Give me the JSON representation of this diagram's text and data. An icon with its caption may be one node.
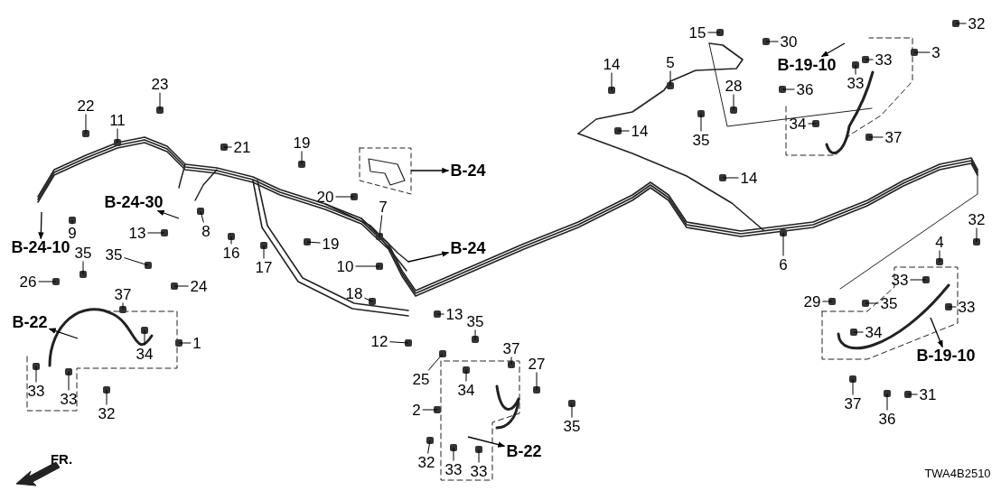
{
  "diagram": {
    "nodes": [
      {
        "text": [
          "22"
        ]
      },
      {
        "text": [
          "11"
        ]
      },
      {
        "text": [
          "23"
        ]
      },
      {
        "text": [
          "21"
        ]
      },
      {
        "text": [
          "19"
        ]
      },
      {
        "text": [
          "20"
        ]
      },
      {
        "text": [
          "B-24"
        ]
      },
      {
        "text": [
          "7"
        ]
      },
      {
        "text": [
          "B-24-30"
        ]
      },
      {
        "text": [
          "9"
        ]
      },
      {
        "text": [
          "13"
        ]
      },
      {
        "text": [
          "8"
        ]
      },
      {
        "text": [
          "16"
        ]
      },
      {
        "text": [
          "17"
        ]
      },
      {
        "text": [
          "19"
        ]
      },
      {
        "text": [
          "B-24"
        ]
      },
      {
        "text": [
          "10"
        ]
      },
      {
        "text": [
          "B-24-10"
        ]
      },
      {
        "text": [
          "35"
        ]
      },
      {
        "text": [
          "35"
        ]
      },
      {
        "text": [
          "26"
        ]
      },
      {
        "text": [
          "37"
        ]
      },
      {
        "text": [
          "24"
        ]
      },
      {
        "text": [
          "18"
        ]
      },
      {
        "text": [
          "B-22"
        ]
      },
      {
        "text": [
          "34"
        ]
      },
      {
        "text": [
          "1"
        ]
      },
      {
        "text": [
          "33"
        ]
      },
      {
        "text": [
          "33"
        ]
      },
      {
        "text": [
          "32"
        ]
      },
      {
        "text": [
          "13"
        ]
      },
      {
        "text": [
          "12"
        ]
      },
      {
        "text": [
          "35"
        ]
      },
      {
        "text": [
          "37"
        ]
      },
      {
        "text": [
          "25"
        ]
      },
      {
        "text": [
          "34"
        ]
      },
      {
        "text": [
          "27"
        ]
      },
      {
        "text": [
          "2"
        ]
      },
      {
        "text": [
          "35"
        ]
      },
      {
        "text": [
          "32"
        ]
      },
      {
        "text": [
          "33"
        ]
      },
      {
        "text": [
          "33"
        ]
      },
      {
        "text": [
          "B-22"
        ]
      },
      {
        "text": [
          "14"
        ]
      },
      {
        "text": [
          "5"
        ]
      },
      {
        "text": [
          "15"
        ]
      },
      {
        "text": [
          "30"
        ]
      },
      {
        "text": [
          "B-19-10"
        ]
      },
      {
        "text": [
          "28"
        ]
      },
      {
        "text": [
          "36"
        ]
      },
      {
        "text": [
          "32"
        ]
      },
      {
        "text": [
          "33"
        ]
      },
      {
        "text": [
          "3"
        ]
      },
      {
        "text": [
          "33"
        ]
      },
      {
        "text": [
          "35"
        ]
      },
      {
        "text": [
          "34"
        ]
      },
      {
        "text": [
          "14"
        ]
      },
      {
        "text": [
          "37"
        ]
      },
      {
        "text": [
          "14"
        ]
      },
      {
        "text": [
          "6"
        ]
      },
      {
        "text": [
          "32"
        ]
      },
      {
        "text": [
          "4"
        ]
      },
      {
        "text": [
          "33"
        ]
      },
      {
        "text": [
          "29"
        ]
      },
      {
        "text": [
          "35"
        ]
      },
      {
        "text": [
          "33"
        ]
      },
      {
        "text": [
          "34"
        ]
      },
      {
        "text": [
          "B-19-10"
        ]
      },
      {
        "text": [
          "37"
        ]
      },
      {
        "text": [
          "36"
        ]
      },
      {
        "text": [
          "31"
        ]
      }
    ],
    "edges": [
      {
        "from": 0,
        "to": null,
        "arrow": "none"
      },
      {
        "from": 1,
        "to": null,
        "arrow": "none"
      },
      {
        "from": 2,
        "to": null,
        "arrow": "none"
      },
      {
        "from": 3,
        "to": null,
        "arrow": "none"
      },
      {
        "from": 4,
        "to": null,
        "arrow": "none"
      },
      {
        "from": 5,
        "to": null,
        "arrow": "none"
      },
      {
        "from": null,
        "to": 6,
        "arrow": "to"
      },
      {
        "from": 7,
        "to": null,
        "arrow": "none"
      },
      {
        "from": null,
        "to": 8,
        "arrow": "to"
      },
      {
        "from": 9,
        "to": null,
        "arrow": "none"
      },
      {
        "from": 10,
        "to": null,
        "arrow": "none"
      },
      {
        "from": 11,
        "to": null,
        "arrow": "none"
      },
      {
        "from": 12,
        "to": null,
        "arrow": "none"
      },
      {
        "from": 13,
        "to": null,
        "arrow": "none"
      },
      {
        "from": 14,
        "to": null,
        "arrow": "none"
      },
      {
        "from": null,
        "to": 15,
        "arrow": "to"
      },
      {
        "from": 16,
        "to": null,
        "arrow": "none"
      },
      {
        "from": null,
        "to": 17,
        "arrow": "to"
      },
      {
        "from": 18,
        "to": null,
        "arrow": "none"
      },
      {
        "from": 19,
        "to": null,
        "arrow": "none"
      },
      {
        "from": 20,
        "to": null,
        "arrow": "none"
      },
      {
        "from": 21,
        "to": null,
        "arrow": "none"
      },
      {
        "from": 22,
        "to": null,
        "arrow": "none"
      },
      {
        "from": 23,
        "to": null,
        "arrow": "none"
      },
      {
        "from": null,
        "to": 24,
        "arrow": "to"
      },
      {
        "from": 25,
        "to": null,
        "arrow": "none"
      },
      {
        "from": 26,
        "to": null,
        "arrow": "none"
      },
      {
        "from": 27,
        "to": null,
        "arrow": "none"
      },
      {
        "from": 28,
        "to": null,
        "arrow": "none"
      },
      {
        "from": 29,
        "to": null,
        "arrow": "none"
      },
      {
        "from": 30,
        "to": null,
        "arrow": "none"
      },
      {
        "from": 31,
        "to": null,
        "arrow": "none"
      },
      {
        "from": 32,
        "to": null,
        "arrow": "none"
      },
      {
        "from": 33,
        "to": null,
        "arrow": "none"
      },
      {
        "from": 34,
        "to": null,
        "arrow": "none"
      },
      {
        "from": 35,
        "to": null,
        "arrow": "none"
      },
      {
        "from": 36,
        "to": null,
        "arrow": "none"
      },
      {
        "from": 37,
        "to": null,
        "arrow": "none"
      },
      {
        "from": 38,
        "to": null,
        "arrow": "none"
      },
      {
        "from": 39,
        "to": null,
        "arrow": "none"
      },
      {
        "from": 40,
        "to": null,
        "arrow": "none"
      },
      {
        "from": 41,
        "to": null,
        "arrow": "none"
      },
      {
        "from": null,
        "to": 42,
        "arrow": "to"
      },
      {
        "from": 43,
        "to": null,
        "arrow": "none"
      },
      {
        "from": 44,
        "to": null,
        "arrow": "none"
      },
      {
        "from": 45,
        "to": null,
        "arrow": "none"
      },
      {
        "from": 46,
        "to": null,
        "arrow": "none"
      },
      {
        "from": null,
        "to": 47,
        "arrow": "to"
      },
      {
        "from": 48,
        "to": null,
        "arrow": "none"
      },
      {
        "from": 49,
        "to": null,
        "arrow": "none"
      },
      {
        "from": 50,
        "to": null,
        "arrow": "none"
      },
      {
        "from": 51,
        "to": null,
        "arrow": "none"
      },
      {
        "from": 52,
        "to": null,
        "arrow": "none"
      },
      {
        "from": 53,
        "to": null,
        "arrow": "none"
      },
      {
        "from": 54,
        "to": null,
        "arrow": "none"
      },
      {
        "from": 55,
        "to": null,
        "arrow": "none"
      },
      {
        "from": 56,
        "to": null,
        "arrow": "none"
      },
      {
        "from": 57,
        "to": null,
        "arrow": "none"
      },
      {
        "from": 58,
        "to": null,
        "arrow": "none"
      },
      {
        "from": 59,
        "to": null,
        "arrow": "none"
      },
      {
        "from": 60,
        "to": null,
        "arrow": "none"
      },
      {
        "from": 61,
        "to": null,
        "arrow": "none"
      },
      {
        "from": 62,
        "to": null,
        "arrow": "none"
      },
      {
        "from": 63,
        "to": null,
        "arrow": "none"
      },
      {
        "from": 64,
        "to": null,
        "arrow": "none"
      },
      {
        "from": 65,
        "to": null,
        "arrow": "none"
      },
      {
        "from": 66,
        "to": null,
        "arrow": "none"
      },
      {
        "from": null,
        "to": 67,
        "arrow": "to"
      },
      {
        "from": 68,
        "to": null,
        "arrow": "none"
      },
      {
        "from": 69,
        "to": null,
        "arrow": "none"
      },
      {
        "from": 70,
        "to": null,
        "arrow": "none"
      }
    ],
    "labels": [
      "FR.",
      "TWA4B2510"
    ]
  }
}
